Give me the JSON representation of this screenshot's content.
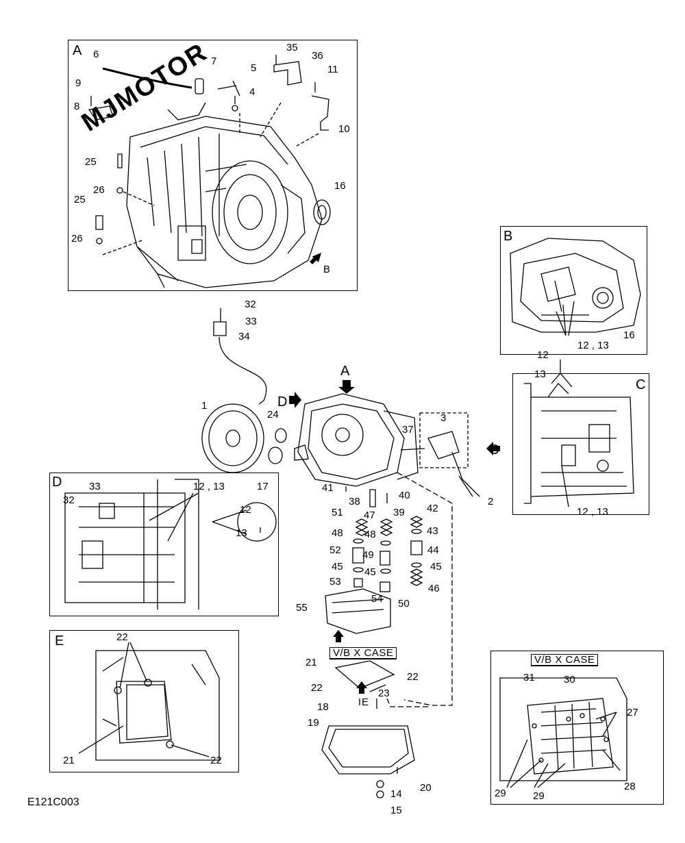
{
  "diagram": {
    "code": "E121C003",
    "watermark": "MJMOTOR",
    "vb_case": "V/B X CASE",
    "panels": {
      "A": {
        "letter": "A",
        "parts": [
          "6",
          "7",
          "35",
          "36",
          "5",
          "11",
          "9",
          "4",
          "8",
          "10",
          "25",
          "26",
          "16",
          "25",
          "26",
          "B"
        ]
      },
      "B": {
        "letter": "B",
        "parts": [
          "12 , 13",
          "16"
        ]
      },
      "C": {
        "letter": "C",
        "parts": [
          "12",
          "13",
          "12 , 13"
        ]
      },
      "D": {
        "letter": "D",
        "parts": [
          "33",
          "32",
          "12 , 13",
          "12",
          "13"
        ]
      },
      "E": {
        "letter": "E",
        "parts": [
          "22",
          "21",
          "22"
        ]
      },
      "VB": {
        "parts": [
          "31",
          "30",
          "27",
          "28",
          "29",
          "29"
        ]
      }
    },
    "main_labels": [
      "32",
      "33",
      "34",
      "A",
      "D",
      "1",
      "24",
      "17",
      "3",
      "37",
      "C",
      "2",
      "41",
      "38",
      "40",
      "39",
      "42",
      "51",
      "47",
      "48",
      "48",
      "43",
      "52",
      "49",
      "44",
      "45",
      "45",
      "45",
      "53",
      "46",
      "54",
      "50",
      "55",
      "21",
      "22",
      "22",
      "23",
      "E",
      "18",
      "19",
      "20",
      "14",
      "15"
    ]
  }
}
